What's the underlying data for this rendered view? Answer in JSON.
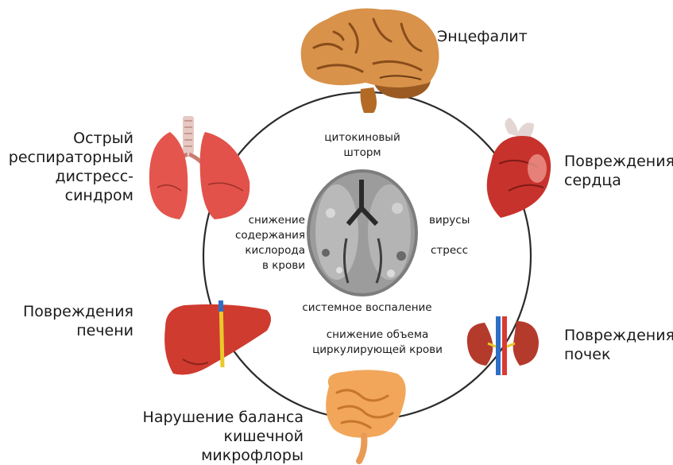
{
  "outer_labels": {
    "encephalitis": "Энцефалит",
    "ards": "Острый\nреспираторный\nдистресс-\nсиндром",
    "heart": "Повреждения\nсердца",
    "liver": "Повреждения\nпечени",
    "kidneys": "Повреждения\nпочек",
    "gut": "Нарушение баланса\nкишечной микрофлоры"
  },
  "inner_labels": {
    "cytokine_storm": "цитокиновый\nшторм",
    "oxygen_drop": "снижение\nсодержания\nкислорода\nв крови",
    "viruses": "вирусы",
    "stress": "стресс",
    "inflammation": "системное воспаление",
    "blood_volume": "снижение объема\nциркулирующей крови"
  },
  "icons": {
    "brain": "brain-icon",
    "lungs": "lungs-icon",
    "heart": "heart-icon",
    "liver": "liver-icon",
    "kidneys": "kidneys-icon",
    "intestine": "intestine-icon",
    "ct_scan": "lung-ct-scan-image"
  },
  "colors": {
    "ring": "#2b2b2b",
    "brain": "#d8924a",
    "organ_red": "#c8322c",
    "intestine": "#f2a65a",
    "ct_gray": "#8d8d8d"
  }
}
